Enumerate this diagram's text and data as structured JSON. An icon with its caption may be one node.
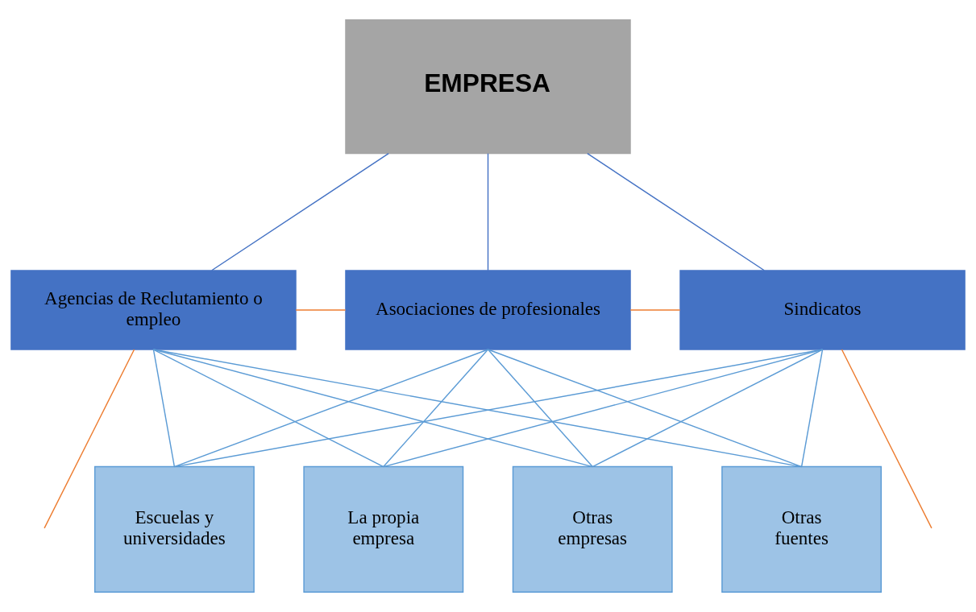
{
  "diagram": {
    "nodes": [
      {
        "text": [
          "EMPRESA"
        ]
      },
      {
        "text": [
          "Agencias de Reclutamiento o empleo"
        ]
      },
      {
        "text": [
          "Asociaciones de profesionales"
        ]
      },
      {
        "text": [
          "Sindicatos"
        ]
      },
      {
        "text": [
          "Escuelas y universidades"
        ]
      },
      {
        "text": [
          "La propia empresa"
        ]
      },
      {
        "text": [
          "Otras empresas"
        ]
      },
      {
        "text": [
          "Otras fuentes"
        ]
      }
    ],
    "edges": [
      {
        "from": 0,
        "to": 1,
        "arrow": "none",
        "color": "#4472c4"
      },
      {
        "from": 0,
        "to": 2,
        "arrow": "none",
        "color": "#4472c4"
      },
      {
        "from": 0,
        "to": 3,
        "arrow": "none",
        "color": "#4472c4"
      },
      {
        "from": 1,
        "to": 2,
        "arrow": "none",
        "color": "#ed7d31"
      },
      {
        "from": 2,
        "to": 3,
        "arrow": "none",
        "color": "#ed7d31"
      },
      {
        "from": 1,
        "to": null,
        "arrow": "none",
        "color": "#ed7d31"
      },
      {
        "from": 3,
        "to": null,
        "arrow": "none",
        "color": "#ed7d31"
      },
      {
        "from": 1,
        "to": 4,
        "arrow": "none"
      },
      {
        "from": 1,
        "to": 5,
        "arrow": "none"
      },
      {
        "from": 1,
        "to": 6,
        "arrow": "none"
      },
      {
        "from": 1,
        "to": 7,
        "arrow": "none"
      },
      {
        "from": 2,
        "to": 4,
        "arrow": "none"
      },
      {
        "from": 2,
        "to": 5,
        "arrow": "none"
      },
      {
        "from": 2,
        "to": 6,
        "arrow": "none"
      },
      {
        "from": 2,
        "to": 7,
        "arrow": "none"
      },
      {
        "from": 3,
        "to": 4,
        "arrow": "none"
      },
      {
        "from": 3,
        "to": 5,
        "arrow": "none"
      },
      {
        "from": 3,
        "to": 6,
        "arrow": "none"
      },
      {
        "from": 3,
        "to": 7,
        "arrow": "none"
      }
    ]
  }
}
